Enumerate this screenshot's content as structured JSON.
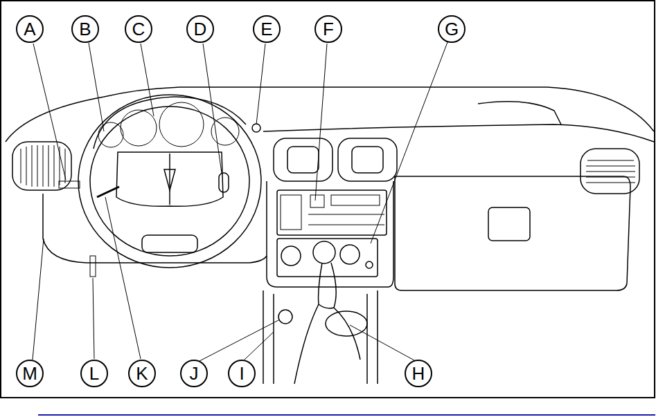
{
  "diagram": {
    "nodes": [
      {
        "text": [
          "A"
        ]
      },
      {
        "text": [
          "B"
        ]
      },
      {
        "text": [
          "C"
        ]
      },
      {
        "text": [
          "D"
        ]
      },
      {
        "text": [
          "E"
        ]
      },
      {
        "text": [
          "F"
        ]
      },
      {
        "text": [
          "G"
        ]
      },
      {
        "text": [
          "M"
        ]
      },
      {
        "text": [
          "L"
        ]
      },
      {
        "text": [
          "K"
        ]
      },
      {
        "text": [
          "J"
        ]
      },
      {
        "text": [
          "I"
        ]
      },
      {
        "text": [
          "H"
        ]
      }
    ]
  }
}
